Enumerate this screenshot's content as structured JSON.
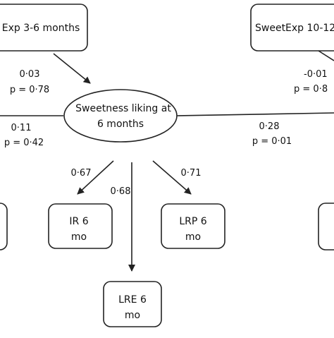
{
  "nodes": {
    "sweetexp_3_6": {
      "label": "Exp 3-6 months"
    },
    "sweetexp_10_12": {
      "label": "SweetExp 10-12"
    },
    "latent": {
      "line1": "Sweetness liking at",
      "line2": "6 months"
    },
    "ir": {
      "line1": "IR 6",
      "line2": "mo"
    },
    "lrp": {
      "line1": "LRP 6",
      "line2": "mo"
    },
    "lre": {
      "line1": "LRE 6",
      "line2": "mo"
    }
  },
  "paths": {
    "exp36_to_latent": {
      "coef": "0·03",
      "p": "p = 0·78"
    },
    "left_to_latent": {
      "coef": "0·11",
      "p": "p = 0·42"
    },
    "latent_to_right": {
      "coef": "0·28",
      "p": "p = 0·01"
    },
    "exp1012_partial": {
      "coef": "-0·01",
      "p": "p = 0·8"
    }
  },
  "loadings": {
    "ir": "0·67",
    "lre": "0·68",
    "lrp": "0·71"
  }
}
